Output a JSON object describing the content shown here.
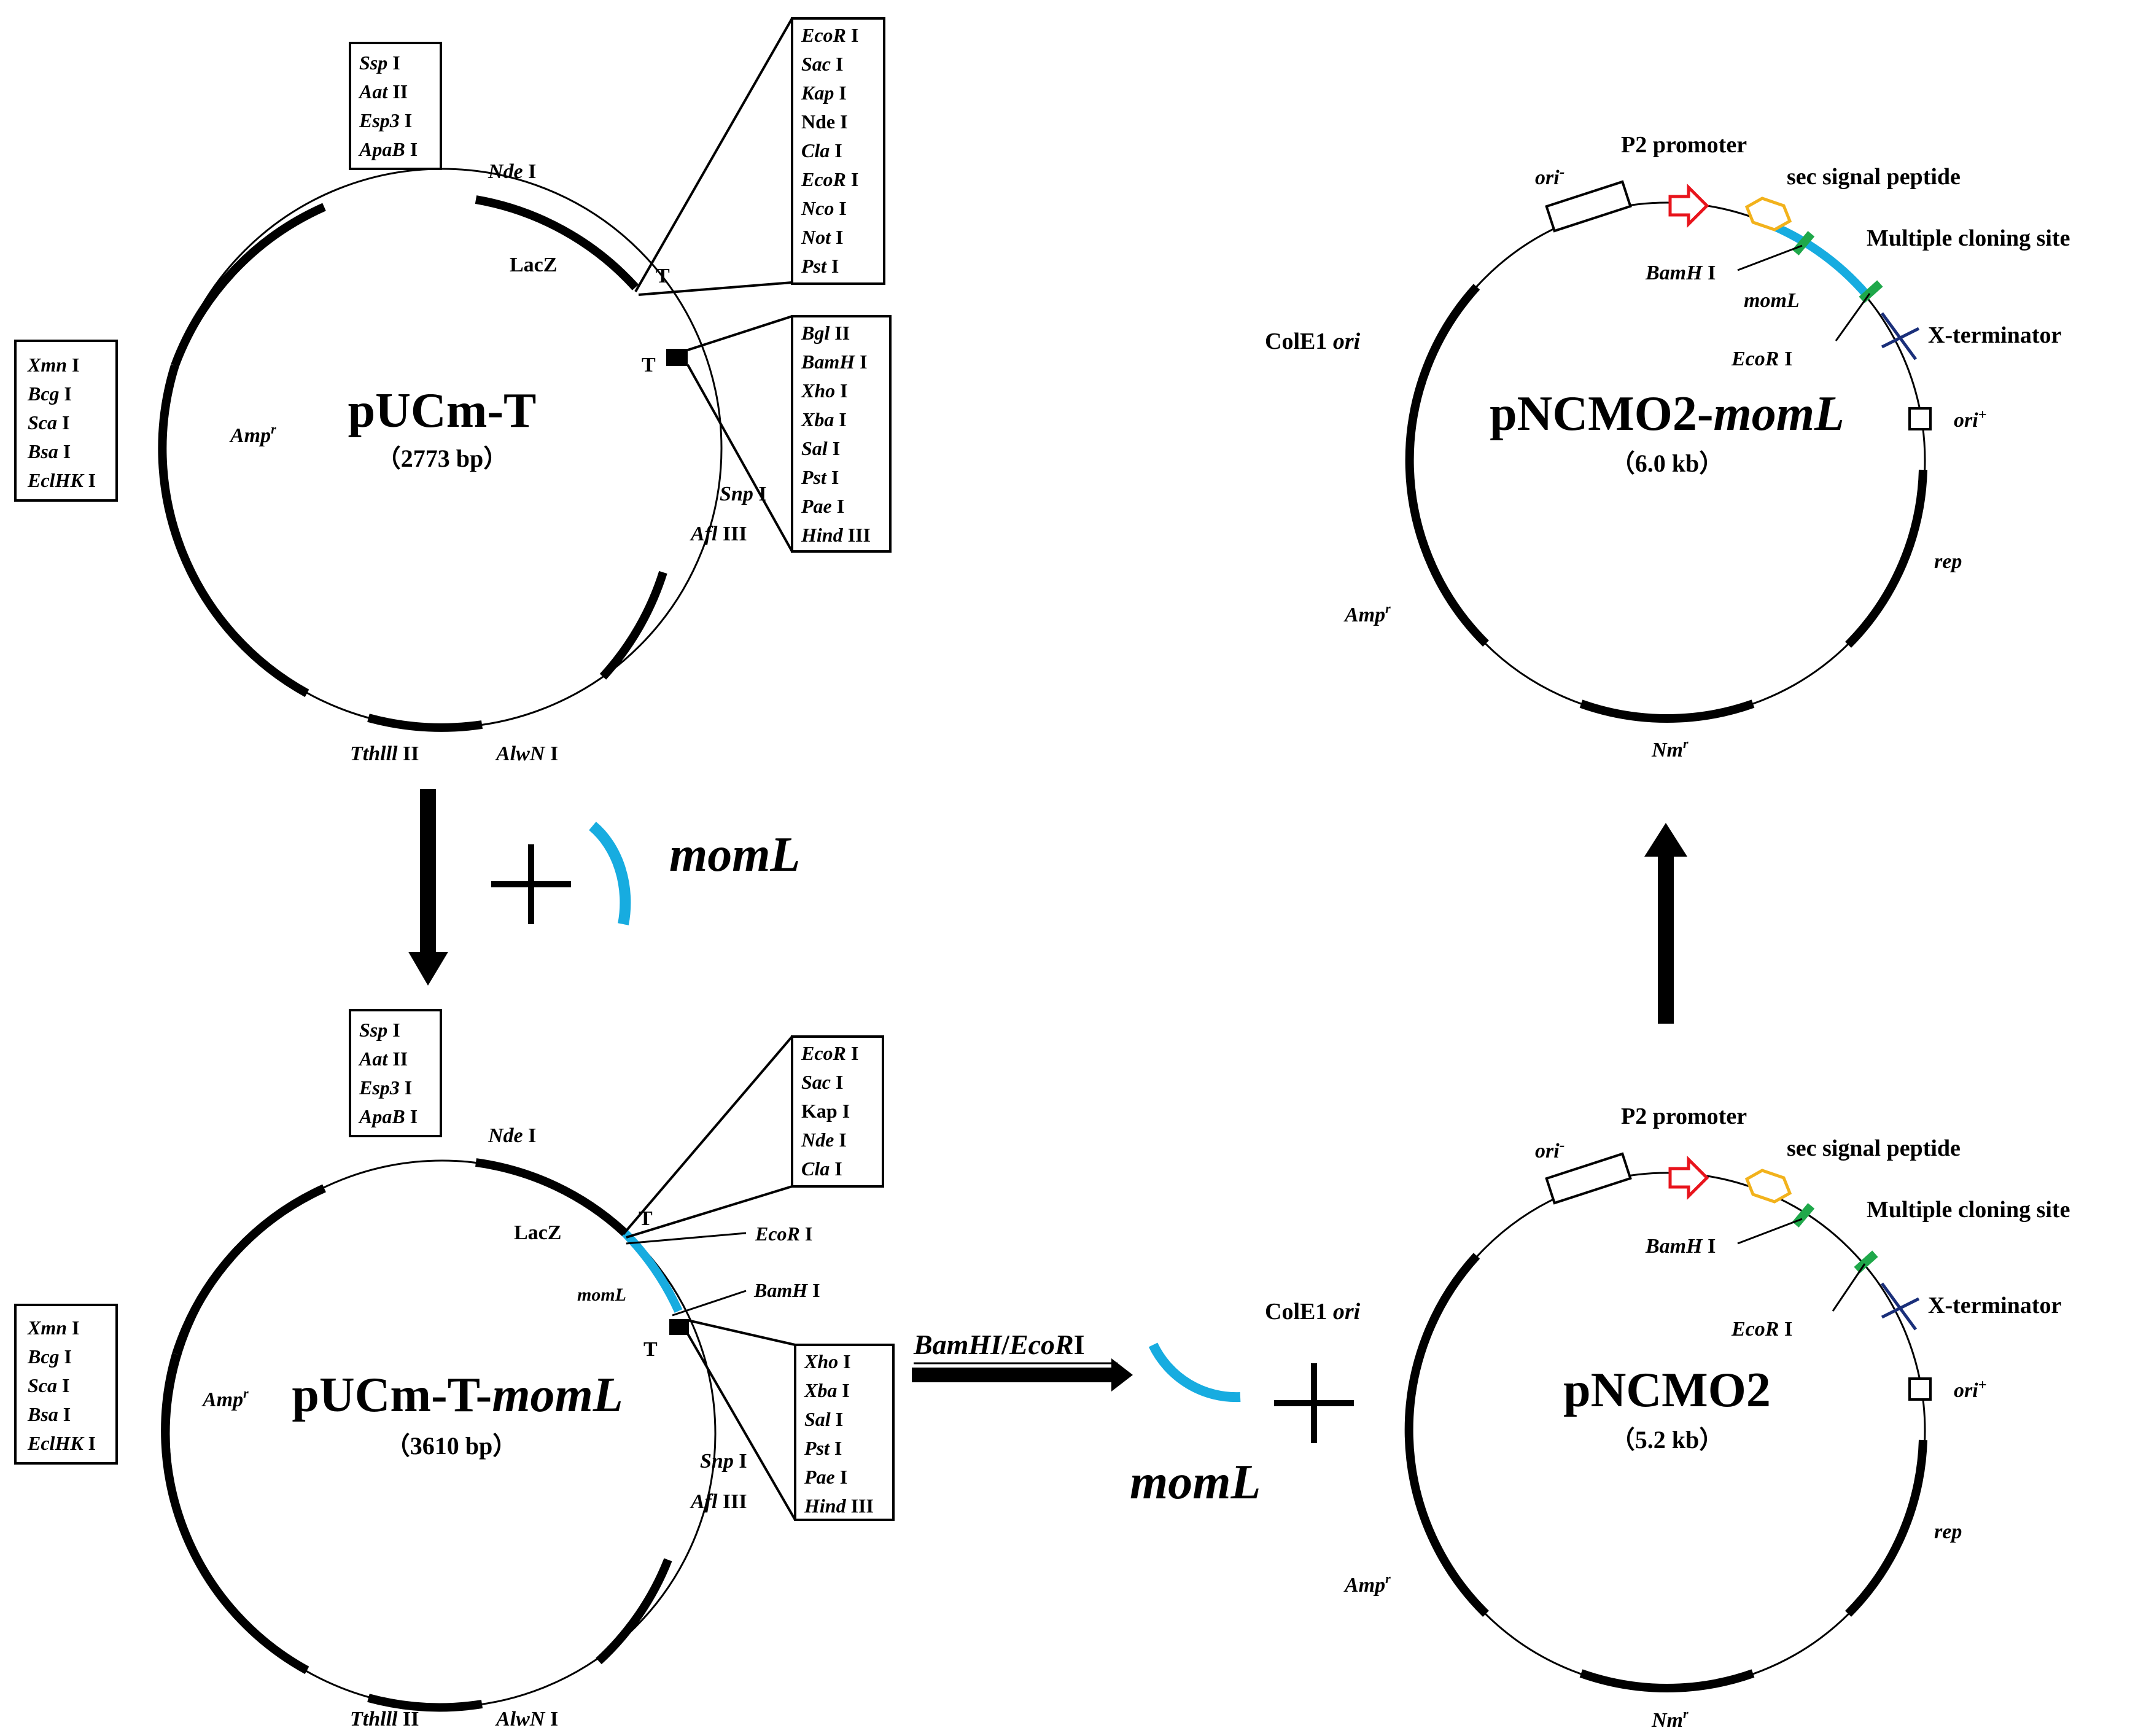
{
  "colors": {
    "ink": "#000000",
    "insert": "#17ace0",
    "promoter": "#e8141c",
    "signal": "#f2b21c",
    "site_mark": "#1fa84a",
    "terminator": "#1a2f7a"
  },
  "plasmids": {
    "pucmt": {
      "name": "pUCm-T",
      "size": "（2773 bp）",
      "box_left": [
        "Xmn I",
        "Bcg I",
        "Sca I",
        "Bsa I",
        "EclHK I"
      ],
      "box_top": [
        "Ssp I",
        "Aat II",
        "Esp3 I",
        "ApaB I"
      ],
      "box_mcs_top": [
        "EcoR I",
        "Sac I",
        "Kap I",
        "Nde I",
        "Cla I",
        "EcoR I",
        "Nco I",
        "Not I",
        "Pst I"
      ],
      "box_mcs_bottom": [
        "Bgl II",
        "BamH I",
        "Xho I",
        "Xba I",
        "Sal I",
        "Pst I",
        "Pae I",
        "Hind III"
      ],
      "labels": {
        "nde": "Nde I",
        "lacz": "LacZ",
        "t1": "T",
        "t2": "T",
        "snp": "Snp I",
        "afl": "Afl III",
        "tth": "Tthlll II",
        "alwn": "AlwN I",
        "amp": "Amp",
        "amp_sup": "r"
      }
    },
    "pucmt_moml": {
      "name": "pUCm-T-momL",
      "size": "（3610 bp）",
      "box_left": [
        "Xmn I",
        "Bcg I",
        "Sca I",
        "Bsa I",
        "EclHK I"
      ],
      "box_top": [
        "Ssp I",
        "Aat II",
        "Esp3 I",
        "ApaB I"
      ],
      "box_mcs_top": [
        "EcoR I",
        "Sac I",
        "Kap I",
        "Nde I",
        "Cla I"
      ],
      "box_mcs_bottom": [
        "Xho I",
        "Xba I",
        "Sal I",
        "Pst I",
        "Pae I",
        "Hind III"
      ],
      "labels": {
        "nde": "Nde I",
        "lacz": "LacZ",
        "t1": "T",
        "t2": "T",
        "ecor": "EcoR I",
        "bamh": "BamH I",
        "moml": "momL",
        "snp": "Snp I",
        "afl": "Afl III",
        "tth": "Tthlll II",
        "alwn": "AlwN I",
        "amp": "Amp",
        "amp_sup": "r"
      }
    },
    "pncmo2_moml": {
      "name": "pNCMO2-momL",
      "size": "（6.0 kb）",
      "labels": {
        "ori_minus": "ori",
        "ori_minus_sup": "-",
        "p2": "P2 promoter",
        "sec": "sec signal peptide",
        "mcs": "Multiple cloning site",
        "bamh": "BamH I",
        "moml": "momL",
        "ecor": "EcoR I",
        "xterm": "X-terminator",
        "cole1": "ColE1 ori",
        "ori_plus": "ori",
        "ori_plus_sup": "+",
        "rep": "rep",
        "amp": "Amp",
        "amp_sup": "r",
        "nm": "Nm",
        "nm_sup": "r"
      }
    },
    "pncmo2": {
      "name": "pNCMO2",
      "size": "（5.2 kb）",
      "labels": {
        "ori_minus": "ori",
        "ori_minus_sup": "-",
        "p2": "P2 promoter",
        "sec": "sec signal peptide",
        "mcs": "Multiple cloning site",
        "bamh": "BamH I",
        "ecor": "EcoR I",
        "xterm": "X-terminator",
        "cole1": "ColE1 ori",
        "ori_plus": "ori",
        "ori_plus_sup": "+",
        "rep": "rep",
        "amp": "Amp",
        "amp_sup": "r",
        "nm": "Nm",
        "nm_sup": "r"
      }
    }
  },
  "steps": {
    "plus_insert": "momL",
    "digest": "BamHI/EcoRI",
    "digest_insert": "momL"
  }
}
